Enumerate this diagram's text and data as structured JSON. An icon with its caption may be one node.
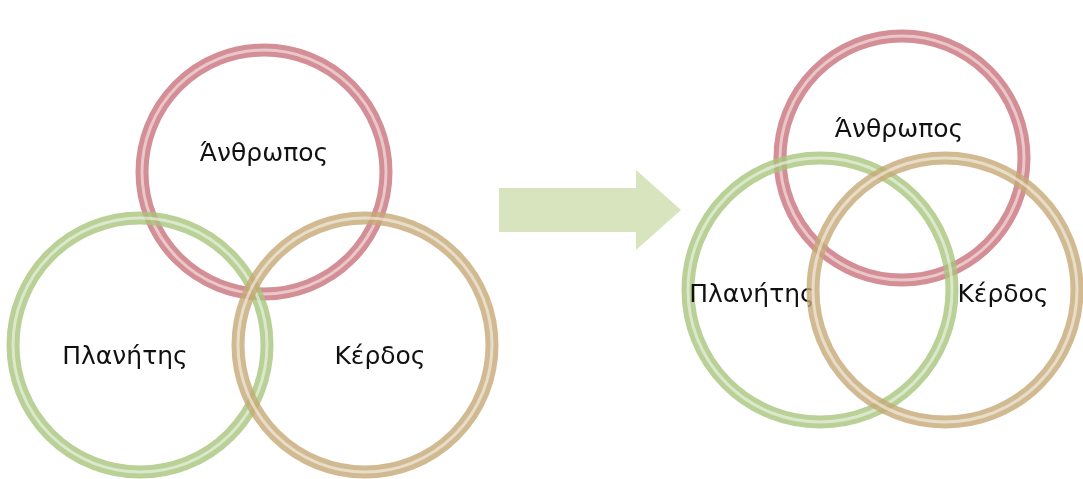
{
  "diagram": {
    "nodes": [
      {
        "text": [
          "Άνθρωπος"
        ]
      },
      {
        "text": [
          "Πλανήτης"
        ]
      },
      {
        "text": [
          "Κέρδος"
        ]
      },
      {
        "text": [
          "Άνθρωπος"
        ]
      },
      {
        "text": [
          "Πλανήτης"
        ]
      },
      {
        "text": [
          "Κέρδος"
        ]
      }
    ],
    "edges": [
      {
        "from": 2,
        "to": 4,
        "arrow": "to",
        "style": "thick"
      }
    ]
  }
}
